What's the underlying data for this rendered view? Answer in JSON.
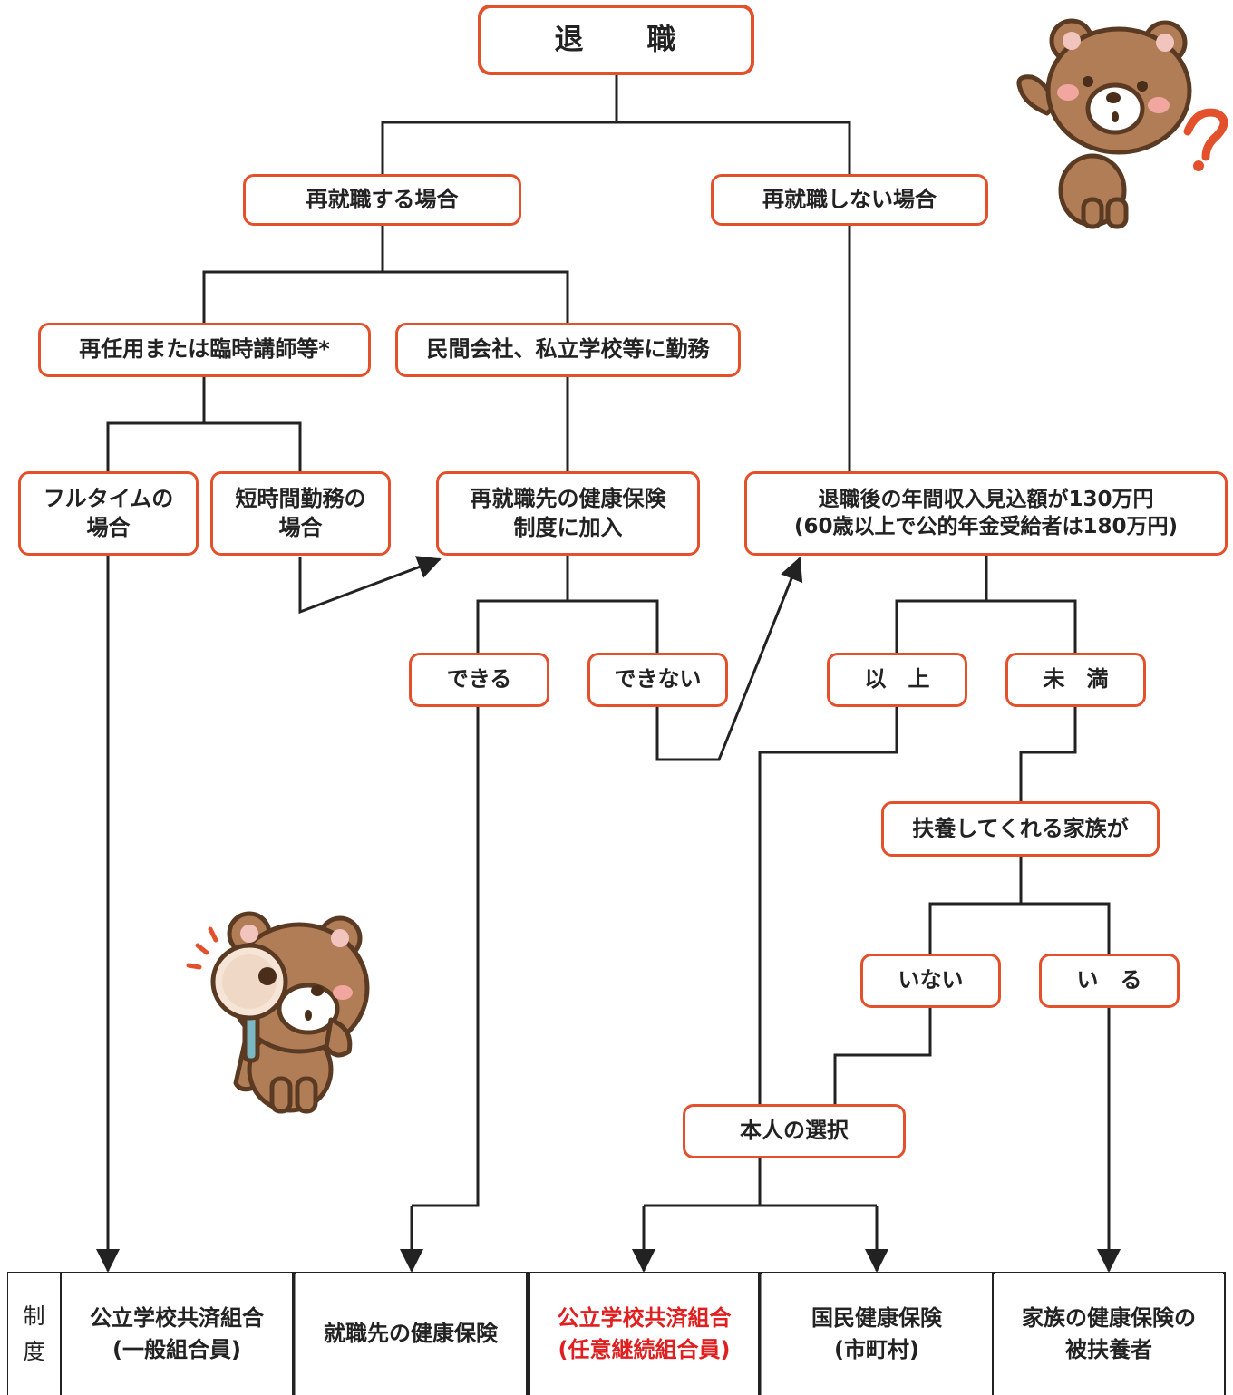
{
  "colors": {
    "box_border": "#e2512c",
    "line": "#222222",
    "highlight_text": "#e02020"
  },
  "nodes": {
    "retire": "退　　職",
    "reemploy": "再就職する場合",
    "no_reemploy": "再就職しない場合",
    "reappoint": "再任用または臨時講師等*",
    "private": "民間会社、私立学校等に勤務",
    "fulltime": "フルタイムの\n場合",
    "shorttime": "短時間勤務の\n場合",
    "join_employer": "再就職先の健康保険\n制度に加入",
    "income": "退職後の年間収入見込額が130万円\n(60歳以上で公的年金受給者は180万円)",
    "can": "できる",
    "cannot": "できない",
    "above": "以　上",
    "below": "未　満",
    "family_support": "扶養してくれる家族が",
    "none": "いない",
    "exists": "い　る",
    "self_choice": "本人の選択"
  },
  "table": {
    "header": [
      "制",
      "度"
    ],
    "columns": [
      "公立学校共済組合\n(一般組合員)",
      "就職先の健康保険",
      "公立学校共済組合\n(任意継続組合員)",
      "国民健康保険\n(市町村)",
      "家族の健康保険の\n被扶養者"
    ]
  },
  "icons": {
    "top_right": "thinking-bear-icon",
    "middle_left": "magnifier-bear-icon"
  }
}
